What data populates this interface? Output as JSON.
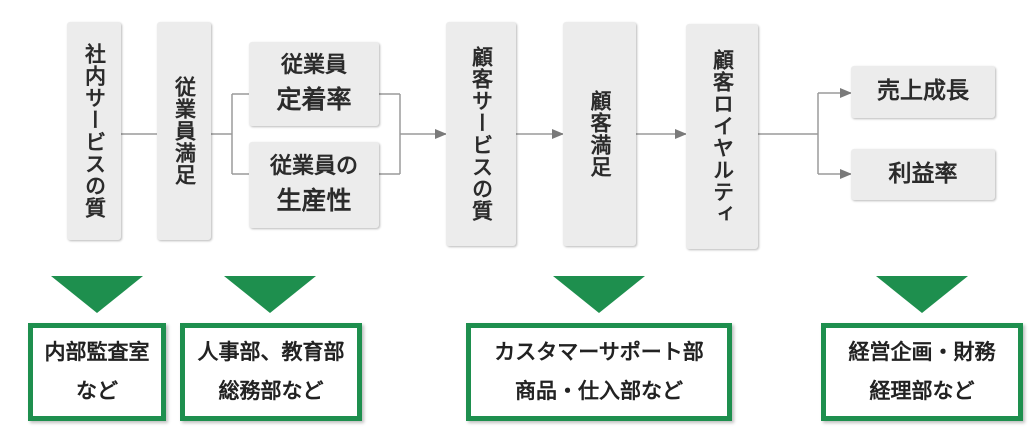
{
  "colors": {
    "accent": "#1e8f4e",
    "box": "#ececec",
    "line": "#9a9a9a"
  },
  "chain": {
    "internal_service_quality": "社内サービスの質",
    "employee_satisfaction": "従業員満足",
    "employee_retention": [
      "従業員",
      "定着率"
    ],
    "employee_productivity": [
      "従業員の",
      "生産性"
    ],
    "customer_service_quality": "顧客サービスの質",
    "customer_satisfaction": "顧客満足",
    "customer_loyalty": "顧客ロイヤルティ",
    "revenue_growth": "売上成長",
    "profitability": "利益率"
  },
  "departments": [
    {
      "line1": "内部監査室",
      "line2": "など"
    },
    {
      "line1": "人事部、教育部",
      "line2": "総務部など"
    },
    {
      "line1": "カスタマーサポート部",
      "line2": "商品・仕入部など"
    },
    {
      "line1": "経営企画・財務",
      "line2": "経理部など"
    }
  ]
}
